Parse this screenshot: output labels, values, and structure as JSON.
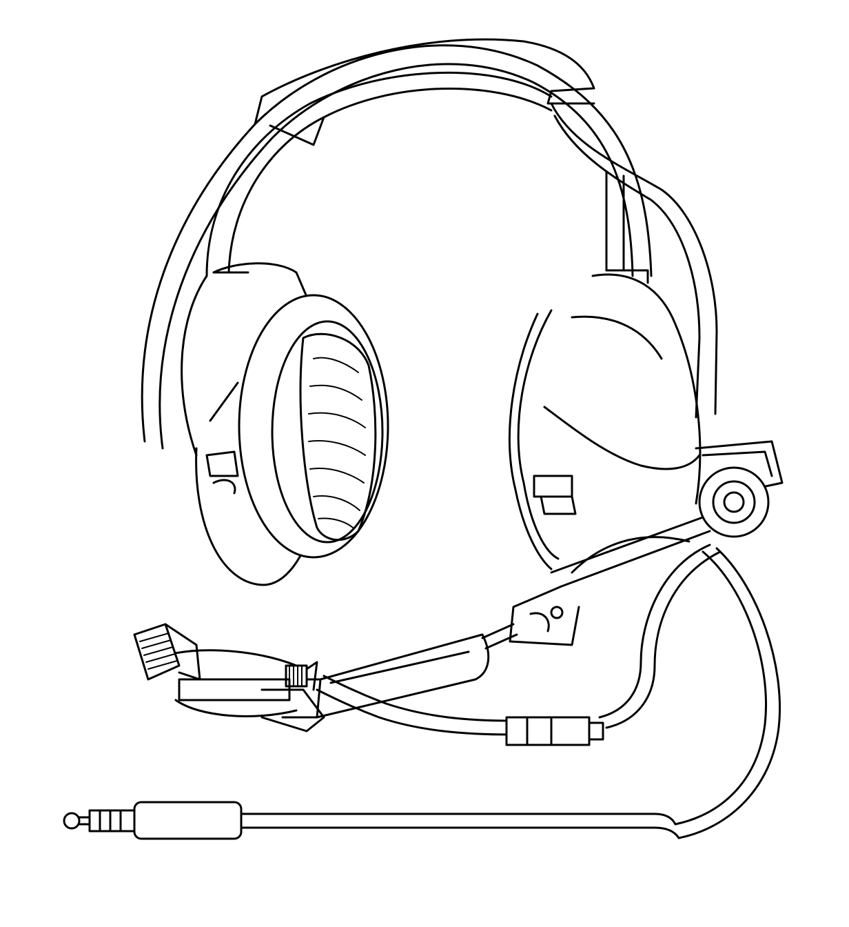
{
  "figure": {
    "subject": "",
    "colors": {
      "line": "#000000",
      "background": "#ffffff"
    },
    "parts": [
      "headband",
      "left-earcup",
      "right-earcup",
      "boom-microphone",
      "volume-knob",
      "coiled-cord",
      "inline-connector",
      "audio-plug"
    ]
  }
}
